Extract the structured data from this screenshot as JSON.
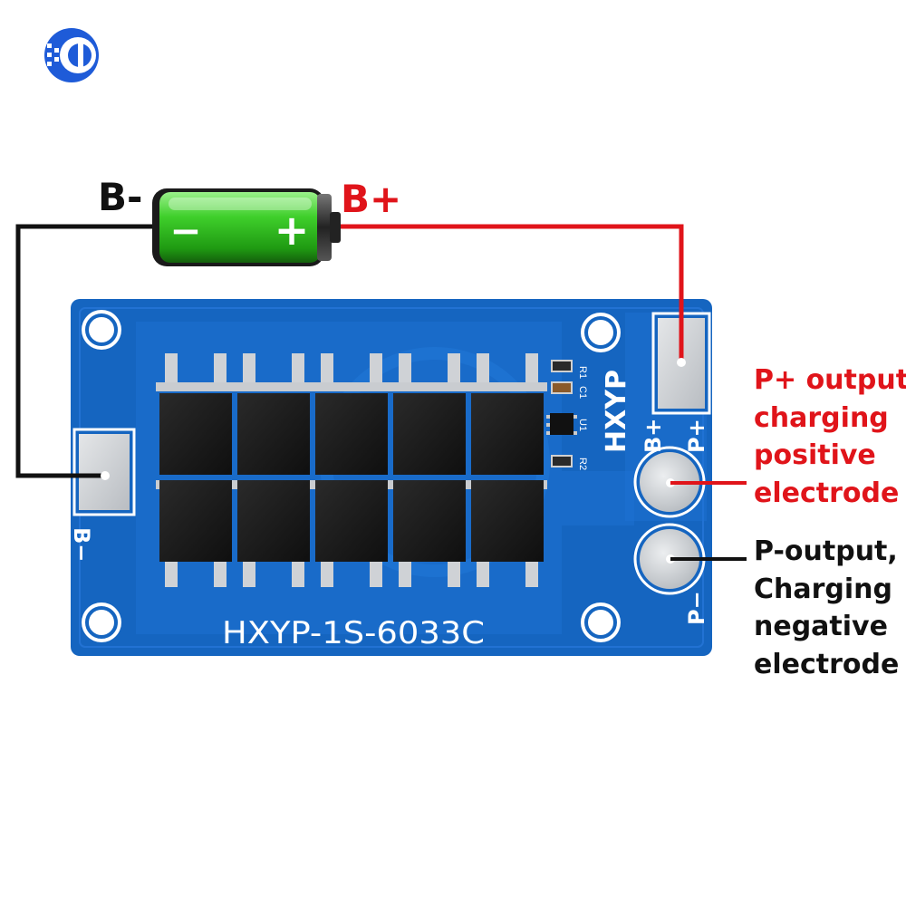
{
  "battery": {
    "negative_terminal_label": "B-",
    "positive_terminal_label": "B+",
    "minus_symbol": "−",
    "plus_symbol": "+"
  },
  "board": {
    "model_text": "HXYP-1S-6033C",
    "brand_text": "HXYP",
    "pad_labels": {
      "b_minus": "B−",
      "b_plus": "B+",
      "p_plus": "P+",
      "p_minus": "P−"
    },
    "component_labels": [
      "R1",
      "C1",
      "U1",
      "R2"
    ]
  },
  "annotations": {
    "p_plus": [
      "P+ output,",
      "charging",
      "positive",
      "electrode"
    ],
    "p_minus": [
      "P-output,",
      "Charging",
      "negative",
      "electrode"
    ]
  },
  "colors": {
    "pcb_blue": "#1565c0",
    "wire_red": "#e0141a",
    "wire_black": "#111111",
    "battery_green": "#3fcf2b",
    "logo_blue": "#1e5bd8"
  },
  "icons": {
    "logo": "brand-logo-icon"
  }
}
